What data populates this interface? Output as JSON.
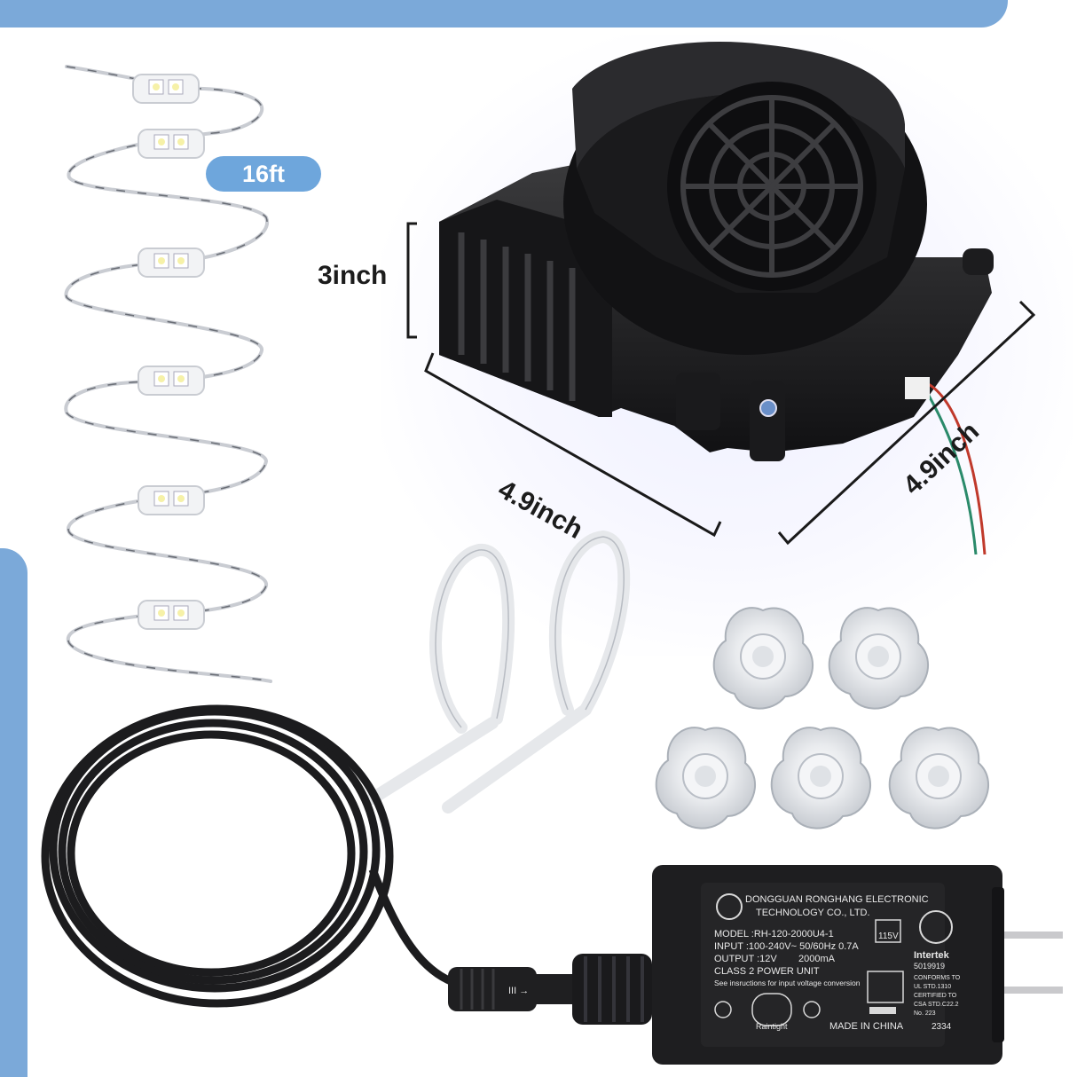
{
  "badge": {
    "length": "16ft"
  },
  "dimensions": {
    "height": "3inch",
    "width": "4.9inch",
    "depth": "4.9inch"
  },
  "adapter_label": {
    "maker_line1": "DONGGUAN RONGHANG ELECTRONIC",
    "maker_line2": "TECHNOLOGY CO., LTD.",
    "model": "MODEL :RH-120-2000U4-1",
    "input": "INPUT :100-240V~ 50/60Hz 0.7A",
    "output": "OUTPUT :12V",
    "output_current": "2000mA",
    "class": "CLASS 2 POWER UNIT",
    "note": "See insructions for input voltage conversion",
    "brand": "Raintight",
    "origin": "MADE IN CHINA",
    "code": "2334",
    "voltage_mark": "115V",
    "cert_brand": "Intertek",
    "cert_number": "5019919",
    "cert_1": "CONFORMS TO",
    "cert_2": "UL STD.1310",
    "cert_3": "CERTIFIED TO",
    "cert_4": "CSA STD.C22.2",
    "cert_5": "No. 223",
    "connector_mark": "III →"
  },
  "colors": {
    "accent": "#7ba9d9",
    "badge": "#6ea6dc",
    "product": "#1d1d1f"
  }
}
